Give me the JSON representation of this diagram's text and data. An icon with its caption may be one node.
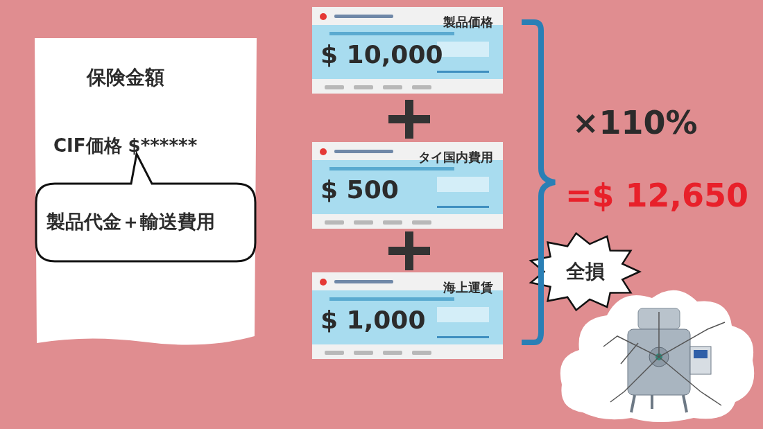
{
  "diagram": {
    "nodes": [
      {
        "text": [
          "保険金額",
          "CIF価格 $******"
        ]
      },
      {
        "text": [
          "製品代金＋輸送費用"
        ],
        "in": 0
      },
      {
        "text": [
          "製品価格",
          "$ 10,000"
        ]
      },
      {
        "text": [
          "タイ国内費用",
          "$ 500"
        ]
      },
      {
        "text": [
          "海上運賃",
          "$ 1,000"
        ]
      },
      {
        "text": [
          "全損"
        ]
      },
      {
        "text": [],
        "shape": "picture"
      }
    ],
    "labels": [
      "×110%",
      "=$ 12,650"
    ]
  }
}
